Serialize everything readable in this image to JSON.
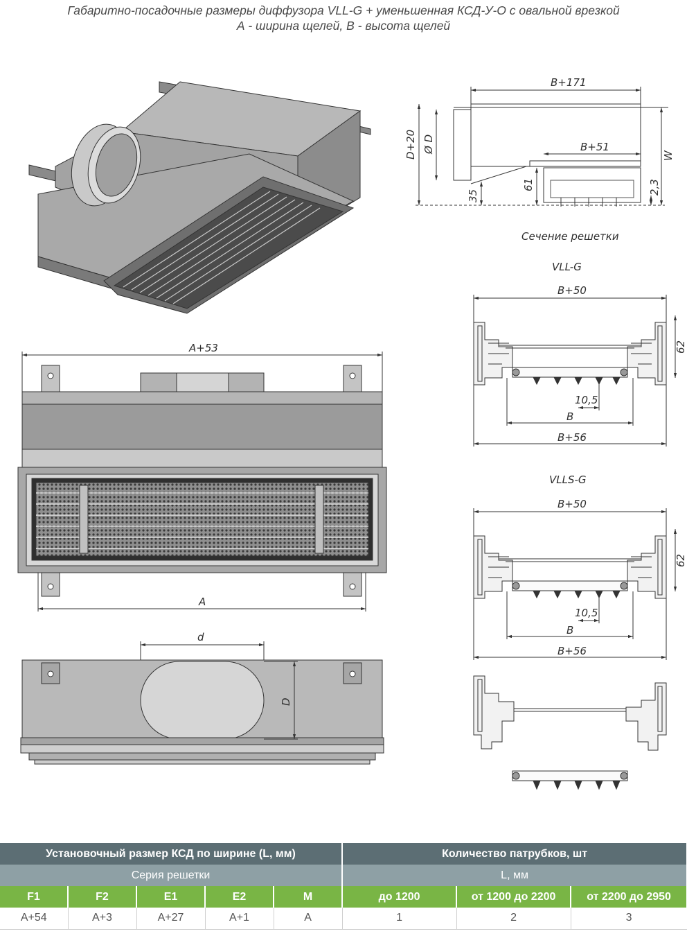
{
  "title": {
    "line1": "Габаритно-посадочные размеры диффузора VLL-G + уменьшенная КСД-У-О с овальной врезкой",
    "line2": "А - ширина щелей, В - высота щелей"
  },
  "side_view": {
    "dims": [
      "B+171",
      "B+51",
      "D+20",
      "Ø D",
      "W",
      "35",
      "61",
      "2,3"
    ],
    "caption": "Сечение решетки"
  },
  "vll_g": {
    "name": "VLL-G",
    "dims": [
      "B+50",
      "62",
      "10,5",
      "B",
      "B+56"
    ]
  },
  "vlls_g": {
    "name": "VLLS-G",
    "dims": [
      "B+50",
      "62",
      "10,5",
      "B",
      "B+56"
    ]
  },
  "front_view": {
    "dims": [
      "A+53",
      "A"
    ]
  },
  "top_view": {
    "dims": [
      "d",
      "D"
    ]
  },
  "table": {
    "header1": [
      "Установочный размер КСД по ширине (L, мм)",
      "Количество патрубков, шт"
    ],
    "header2": [
      "Серия решетки",
      "L, мм"
    ],
    "header3": [
      "F1",
      "F2",
      "E1",
      "E2",
      "M",
      "до 1200",
      "от 1200 до 2200",
      "от 2200 до 2950"
    ],
    "row": [
      "A+54",
      "A+3",
      "A+27",
      "A+1",
      "A",
      "1",
      "2",
      "3"
    ]
  },
  "colors": {
    "header_dark": "#5c6e74",
    "header_mid": "#8ea0a5",
    "header_green": "#79b545",
    "metal": "#9a9a9a"
  }
}
